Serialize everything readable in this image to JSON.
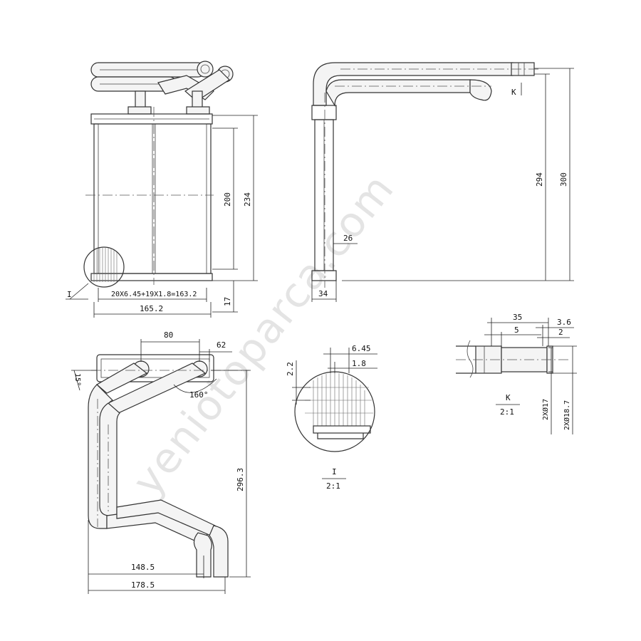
{
  "watermark": "yeniotoparca.com",
  "front_view": {
    "dim_height_core": "200",
    "dim_height_total": "234",
    "dim_bottom": "17",
    "dim_core_formula": "20X6.45+19X1.8=163.2",
    "dim_width": "165.2",
    "detail_marker": "I"
  },
  "side_view": {
    "dim_height_inner": "294",
    "dim_height_outer": "300",
    "dim_tube": "26",
    "dim_depth": "34",
    "detail_marker": "K"
  },
  "top_view": {
    "dim_pitch": "80",
    "dim_offset": "62",
    "dim_angle_small": "15°",
    "dim_angle": "160°",
    "dim_length": "296.3",
    "dim_width_inner": "148.5",
    "dim_width_outer": "178.5"
  },
  "detail_i": {
    "dim_pitch": "6.45",
    "dim_tube": "1.8",
    "dim_fin": "2.2",
    "label": "I",
    "scale": "2:1"
  },
  "detail_k": {
    "dim_length": "35",
    "dim_lip": "3.6",
    "dim_step": "5",
    "dim_bead": "2",
    "dim_dia_inner": "2XØ17",
    "dim_dia_outer": "2XØ18.7",
    "label": "K",
    "scale": "2:1"
  }
}
